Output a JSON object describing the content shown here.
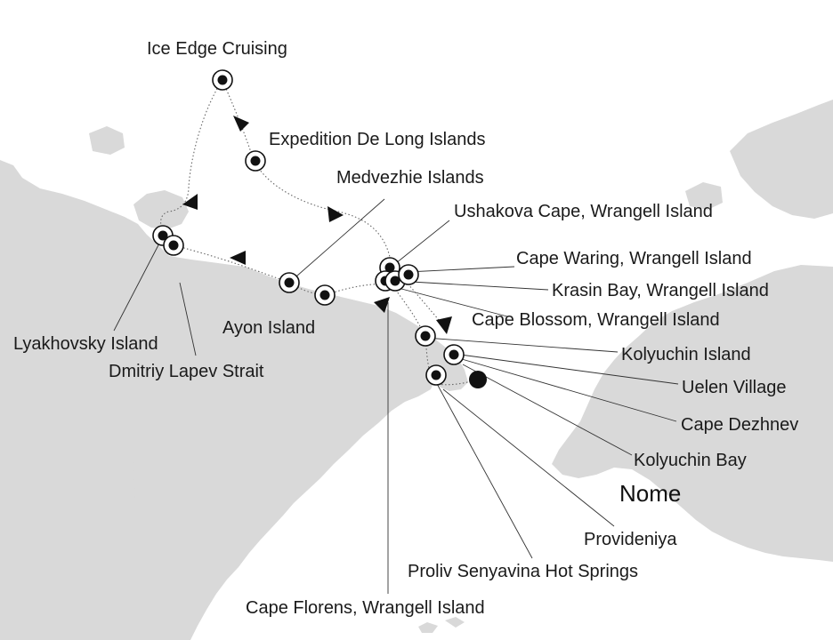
{
  "map": {
    "title": "",
    "land_color": "#d9d9d9",
    "sea_color": "#ffffff",
    "route_color": "#666666",
    "marker_color": "#111111",
    "port": {
      "name": "Nome"
    },
    "stops": [
      {
        "name": "Ice Edge Cruising"
      },
      {
        "name": "Expedition De Long Islands"
      },
      {
        "name": "Medvezhie Islands"
      },
      {
        "name": "Ushakova Cape, Wrangell Island"
      },
      {
        "name": "Cape Waring, Wrangell Island"
      },
      {
        "name": "Krasin Bay, Wrangell Island"
      },
      {
        "name": "Cape Blossom, Wrangell Island"
      },
      {
        "name": "Kolyuchin Island"
      },
      {
        "name": "Uelen Village"
      },
      {
        "name": "Cape Dezhnev"
      },
      {
        "name": "Kolyuchin Bay"
      },
      {
        "name": "Provideniya"
      },
      {
        "name": "Proliv Senyavina Hot Springs"
      },
      {
        "name": "Cape Florens, Wrangell Island"
      },
      {
        "name": "Ayon Island"
      },
      {
        "name": "Lyakhovsky Island"
      },
      {
        "name": "Dmitriy Lapev Strait"
      }
    ]
  }
}
